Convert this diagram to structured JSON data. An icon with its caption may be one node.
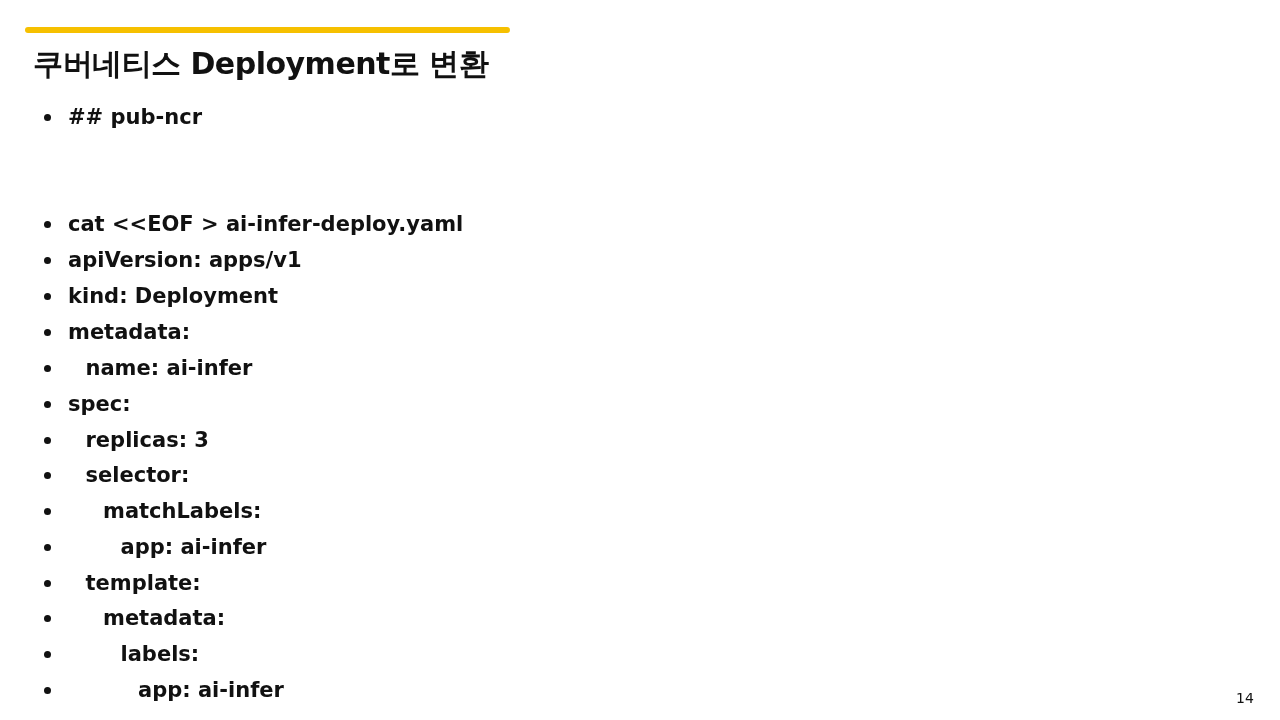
{
  "diagram": {
    "title": "쿠버네티스 Deployment로 변환",
    "labels": [
      "## pub-ncr",
      "cat <<EOF > ai-infer-deploy.yaml",
      "apiVersion: apps/v1",
      "kind: Deployment",
      "metadata:",
      "name: ai-infer",
      "spec:",
      "replicas: 3",
      "selector:",
      "matchLabels:",
      "app: ai-infer",
      "template:",
      "metadata:",
      "labels:",
      "app: ai-infer",
      "14"
    ]
  }
}
